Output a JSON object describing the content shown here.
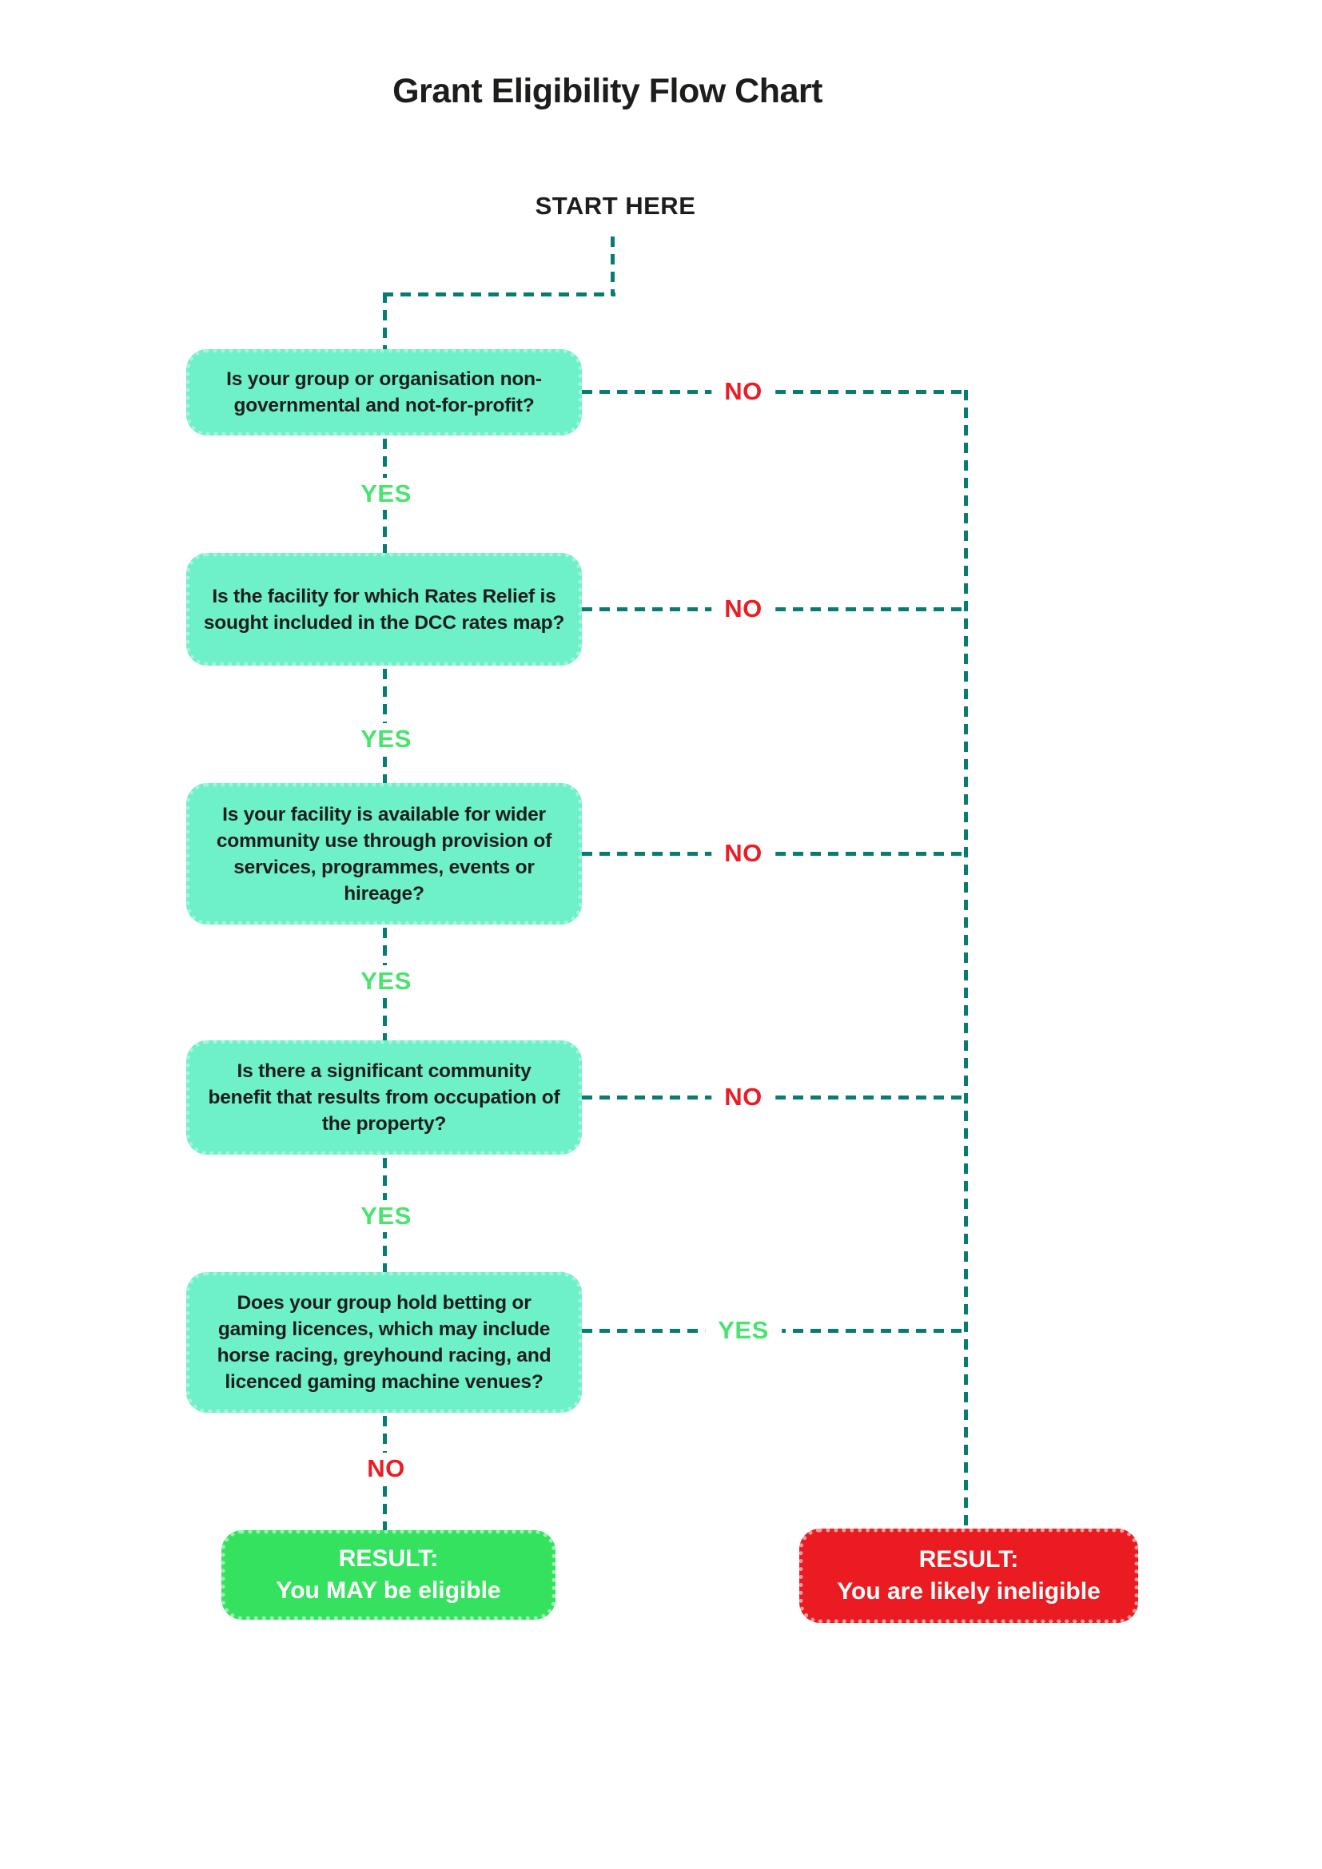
{
  "page": {
    "title": "Grant Eligibility Flow Chart",
    "start_label": "START HERE"
  },
  "colors": {
    "question_box_fill": "#6ef0c8",
    "question_box_dots": "#a5f4db",
    "connector_teal": "#077c71",
    "yes_green": "#48e46e",
    "no_red": "#ec1c24",
    "result_eligible_fill": "#35e25f",
    "result_ineligible_fill": "#ea1c21",
    "text_dark": "#1d1d1b",
    "result_text": "#ffffff"
  },
  "flow": {
    "questions": [
      {
        "text": "Is your group or organisation non-governmental and not-for-profit?",
        "down_label": "YES",
        "right_label": "NO"
      },
      {
        "text": "Is the facility for which Rates Relief is sought included in the DCC rates map?",
        "down_label": "YES",
        "right_label": "NO"
      },
      {
        "text": "Is your facility is available for wider community use through provision of services, programmes, events or hireage?",
        "down_label": "YES",
        "right_label": "NO"
      },
      {
        "text": "Is there a significant community benefit that results from occupation of the property?",
        "down_label": "YES",
        "right_label": "NO"
      },
      {
        "text": "Does your group hold betting or gaming licences, which may include horse racing, greyhound racing, and licenced gaming machine venues?",
        "down_label": "NO",
        "right_label": "YES"
      }
    ],
    "results": {
      "eligible": {
        "title": "RESULT:",
        "text": "You MAY be eligible"
      },
      "ineligible": {
        "title": "RESULT:",
        "text": "You are likely ineligible"
      }
    }
  }
}
